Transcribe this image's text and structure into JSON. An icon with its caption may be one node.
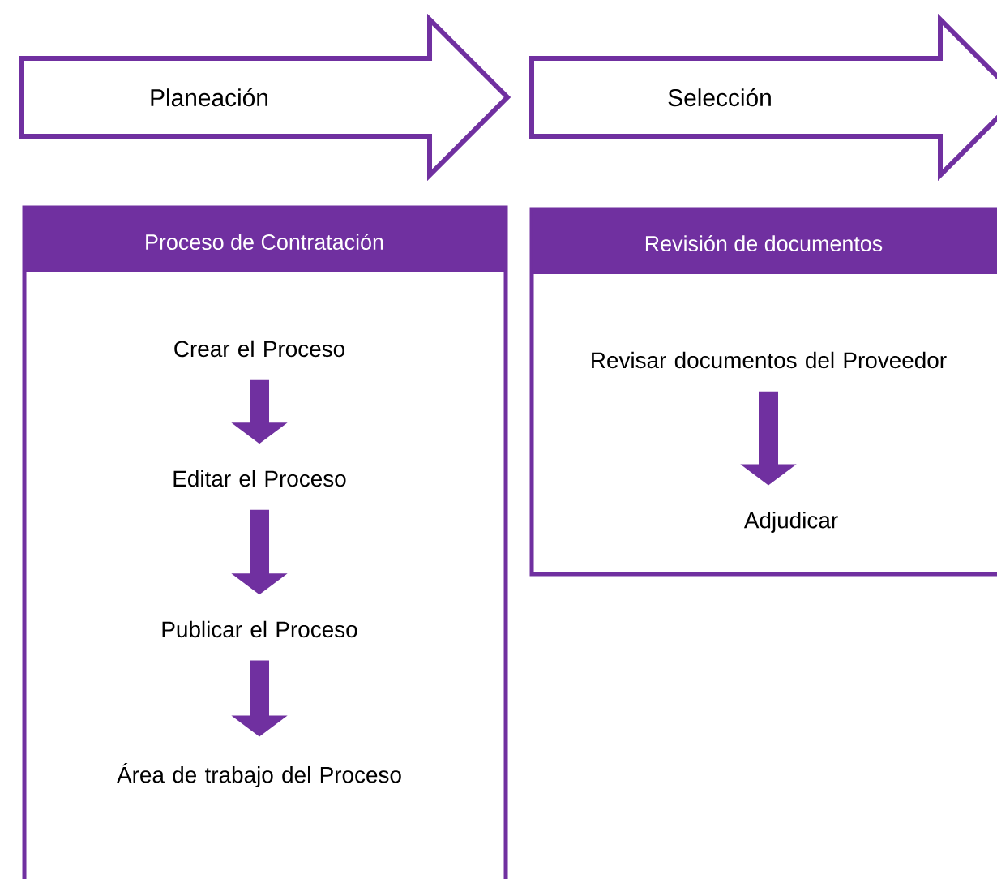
{
  "diagram": {
    "nodes": [
      {
        "text": [
          "Planeación"
        ]
      },
      {
        "text": [
          "Selección"
        ]
      },
      {
        "text": [
          "Proceso de Contratación"
        ]
      },
      {
        "text": [
          "Crear el Proceso"
        ],
        "in": 2
      },
      {
        "text": [
          "Editar el Proceso"
        ],
        "in": 2
      },
      {
        "text": [
          "Publicar el Proceso"
        ],
        "in": 2
      },
      {
        "text": [
          "Área de trabajo del Proceso"
        ],
        "in": 2
      },
      {
        "text": [
          "Revisión de documentos"
        ]
      },
      {
        "text": [
          "Revisar documentos del Proveedor"
        ],
        "in": 7
      },
      {
        "text": [
          "Adjudicar"
        ],
        "in": 7
      }
    ],
    "edges": [
      {
        "from": 3,
        "to": 4,
        "arrow": "to"
      },
      {
        "from": 4,
        "to": 5,
        "arrow": "to"
      },
      {
        "from": 5,
        "to": 6,
        "arrow": "to"
      },
      {
        "from": 8,
        "to": 9,
        "arrow": "to"
      }
    ]
  }
}
